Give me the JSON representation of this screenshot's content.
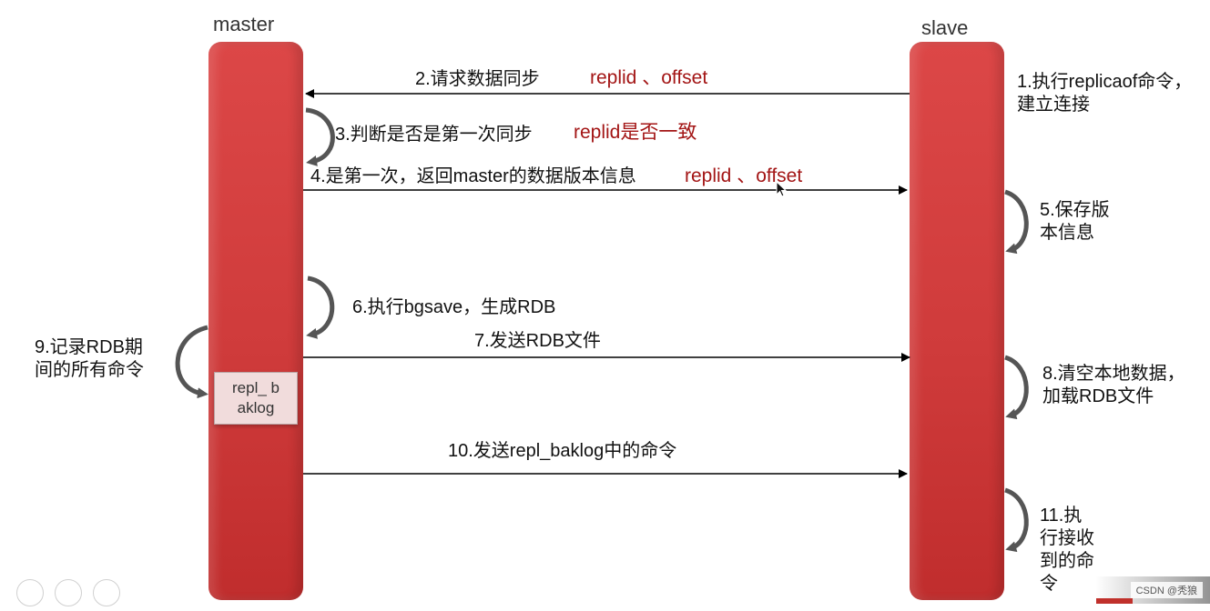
{
  "lifelines": {
    "master": "master",
    "slave": "slave"
  },
  "buffer": {
    "label": "repl_ baklog"
  },
  "steps": {
    "s1": "1.执行replicaof命令，建立连接",
    "s2": "2.请求数据同步",
    "s2_note": "replid 、offset",
    "s3": "3.判断是否是第一次同步",
    "s3_note": "replid是否一致",
    "s4": "4.是第一次，返回master的数据版本信息",
    "s4_note": "replid 、offset",
    "s5": "5.保存版本信息",
    "s6": "6.执行bgsave，生成RDB",
    "s7": "7.发送RDB文件",
    "s8": "8.清空本地数据，加载RDB文件",
    "s9": "9.记录RDB期间的所有命令",
    "s10": "10.发送repl_baklog中的命令",
    "s11": "11.执行接收到的命令"
  },
  "watermark": "CSDN @秃狼",
  "colors": {
    "lifeline": "#d04040",
    "note": "#a31515",
    "arrow": "#000000",
    "loop_arrow": "#555555"
  }
}
